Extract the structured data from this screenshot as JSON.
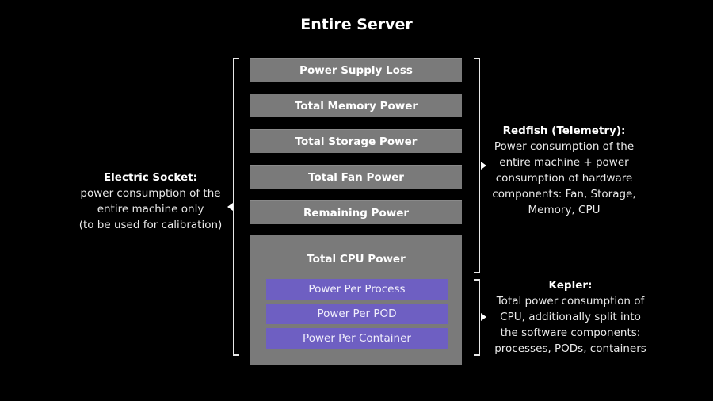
{
  "title": "Entire Server",
  "stack": {
    "rows": [
      {
        "label": "Power Supply Loss"
      },
      {
        "label": "Total Memory Power"
      },
      {
        "label": "Total Storage Power"
      },
      {
        "label": "Total Fan Power"
      },
      {
        "label": "Remaining Power"
      }
    ],
    "cpu": {
      "label": "Total CPU Power",
      "sub_rows": [
        {
          "label": "Power Per Process"
        },
        {
          "label": "Power Per POD"
        },
        {
          "label": "Power Per Container"
        }
      ]
    }
  },
  "annotations": {
    "electric_socket": {
      "heading": "Electric Socket:",
      "lines": [
        "power consumption of the",
        "entire machine only",
        "(to be used for calibration)"
      ]
    },
    "redfish": {
      "heading": "Redfish (Telemetry):",
      "lines": [
        "Power consumption of the",
        "entire machine + power",
        "consumption of hardware",
        "components: Fan, Storage,",
        "Memory, CPU"
      ]
    },
    "kepler": {
      "heading": "Kepler:",
      "lines": [
        "Total power consumption of",
        "CPU, additionally split into",
        "the software components:",
        "processes, PODs, containers"
      ]
    }
  },
  "colors": {
    "background": "#000000",
    "box_gray": "#7a7a7a",
    "sub_purple": "#6e5fc2",
    "text": "#ffffff"
  }
}
